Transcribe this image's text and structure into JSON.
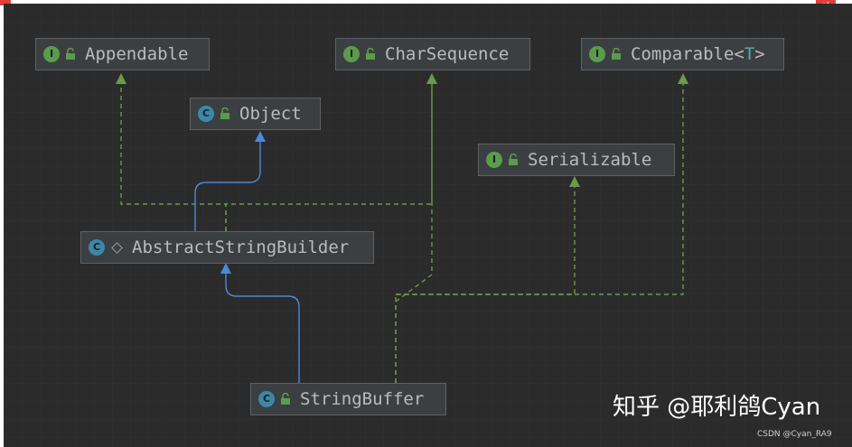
{
  "nodes": {
    "appendable": {
      "kind": "I",
      "name": "Appendable"
    },
    "charsequence": {
      "kind": "I",
      "name": "CharSequence"
    },
    "comparable": {
      "kind": "I",
      "name": "Comparable",
      "type_param": "T"
    },
    "object": {
      "kind": "C",
      "name": "Object"
    },
    "serializable": {
      "kind": "I",
      "name": "Serializable"
    },
    "abstractstringbuilder": {
      "kind": "C",
      "name": "AbstractStringBuilder"
    },
    "stringbuffer": {
      "kind": "C",
      "name": "StringBuffer"
    }
  },
  "watermark": {
    "zhihu": "知乎 @耶利鸽Cyan",
    "csdn": "CSDN @Cyan_RA9"
  },
  "colors": {
    "background": "#2b2b2b",
    "node_fill": "#3c3f41",
    "implements_line": "#6a9a4c",
    "extends_line": "#4a8ad8",
    "interface_badge": "#5a9c4b",
    "class_badge": "#3d87a8"
  },
  "icons": {
    "interface": "interface-badge-icon",
    "class": "class-badge-icon",
    "public": "unlock-icon",
    "package": "diamond-icon",
    "corner": "return-arrow-icon"
  }
}
